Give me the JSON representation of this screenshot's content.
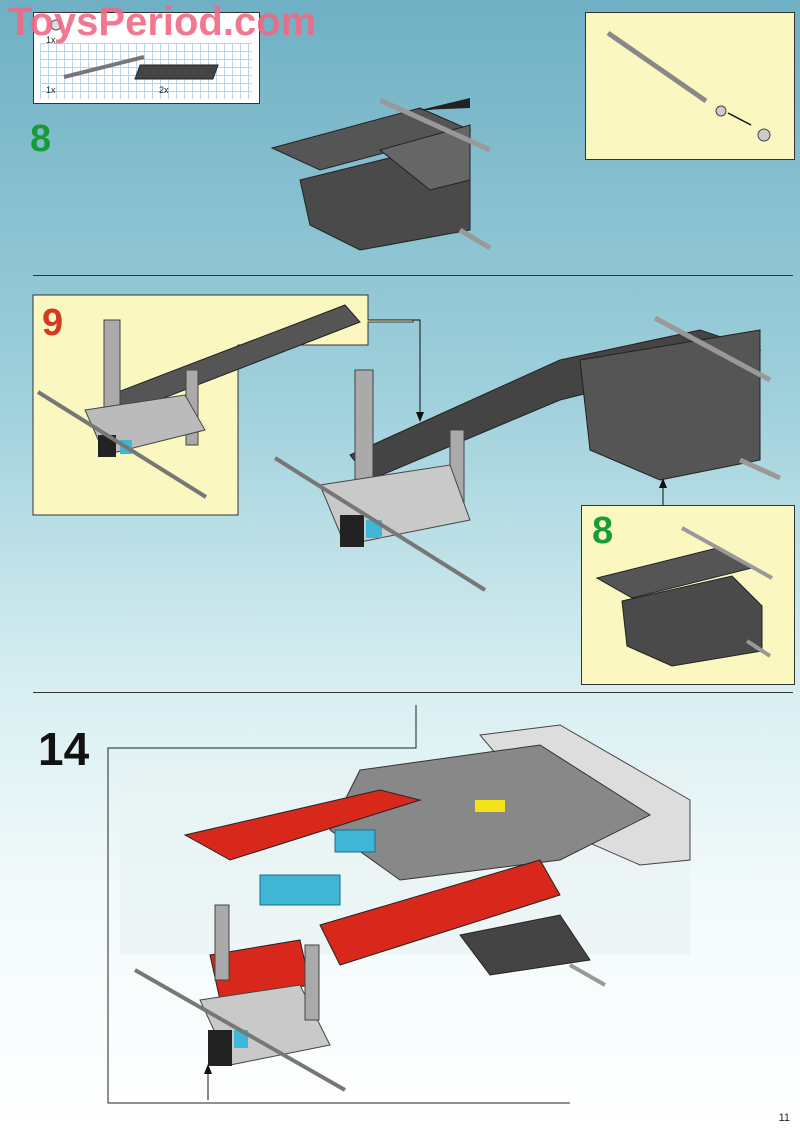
{
  "watermark": "ToysPeriod.com",
  "parts": {
    "qty_a": "1x",
    "qty_b": "1x",
    "qty_c": "2x"
  },
  "steps": {
    "step_8_top": "8",
    "step_9": "9",
    "step_8_sub": "8",
    "step_14": "14"
  },
  "page_number": "11",
  "colors": {
    "step_green": "#1a9b3a",
    "step_red": "#d33a1e",
    "callout_yellow": "#fbf7c0",
    "brick_dark": "#4a4a4a",
    "brick_red": "#d8281c",
    "brick_blue": "#3fb6d6"
  }
}
